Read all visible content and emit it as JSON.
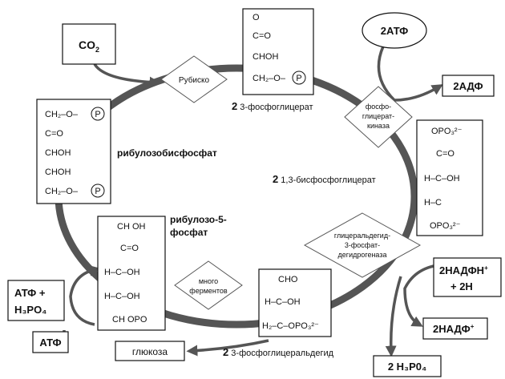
{
  "inputs": {
    "co2": "CO",
    "co2_sub": "2",
    "atp2": "2АТФ",
    "nadph_line1": "2НАДФН",
    "nadph_sup": "+",
    "nadph_line2": "+ 2Н",
    "atp_left": "АТФ"
  },
  "outputs": {
    "adp2": "2АДФ",
    "nadp2": "2НАДФ",
    "nadp_sup": "+",
    "h3po4_2": "2 H₃P0₄",
    "atp_h3po4_line1": "АТФ +",
    "atp_h3po4_line2": "H₃PO₄",
    "glucose": "глюкоза"
  },
  "enzymes": {
    "rubisco": "Рубиско",
    "kinase": [
      "фосфо-",
      "глицерат-",
      "киназа"
    ],
    "dehydrogenase": [
      "глицеральдегид-",
      "3-фосфат-",
      "дегидрогеназа"
    ],
    "many": [
      "много",
      "ферментов"
    ]
  },
  "compounds": {
    "pga": {
      "coef": "2",
      "name": "3-фосфоглицерат"
    },
    "bpg": {
      "coef": "2",
      "name": "1,3-бисфосфоглицерат"
    },
    "g3p": {
      "coef": "2",
      "name": "3-фосфоглицеральдегид"
    },
    "rubp": {
      "name": "рибулозобисфосфат"
    },
    "ru5p": {
      "name_line1": "рибулозо-5-",
      "name_line2": "фосфат"
    }
  },
  "structures": {
    "pga": [
      "O",
      "C=O",
      "CHOH",
      "CH₂–O–"
    ],
    "rubp": [
      "CH₂–O–",
      "C=O",
      "CHOH",
      "CHOH",
      "CH₂–O–"
    ],
    "bpg": [
      "OPO₃²⁻",
      "C=O",
      "H–C–OH",
      "H–C",
      "OPO₃²⁻"
    ],
    "ru5p": [
      "CH OH",
      "C=O",
      "H–C–OH",
      "H–C–OH",
      "CH OPO"
    ],
    "g3p": [
      "CHO",
      "H–C–OH",
      "H₂–C–OPO₃²⁻"
    ],
    "phosphate_symbol": "P"
  }
}
